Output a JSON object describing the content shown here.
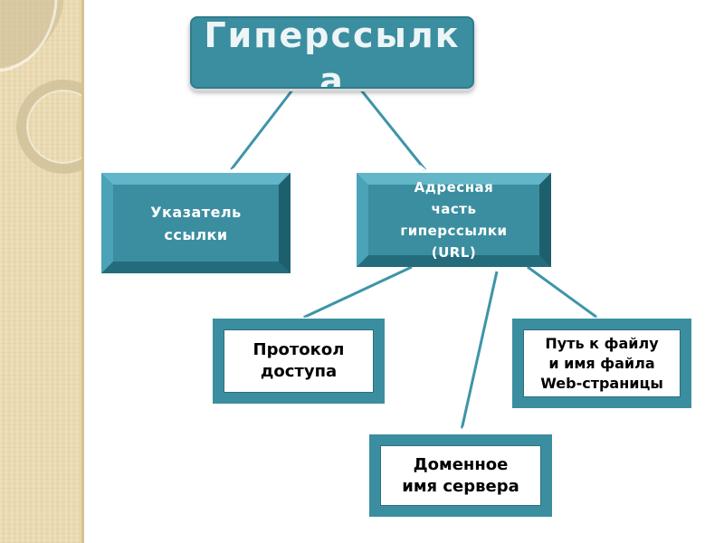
{
  "diagram": {
    "title": {
      "line1": "Гиперссылк",
      "line2": "а"
    },
    "nodes": {
      "pointer": {
        "line1": "Указатель",
        "line2": "ссылки"
      },
      "address": {
        "line1": "Адресная",
        "line2": "часть",
        "line3": "гиперссылки",
        "line4": "(URL)"
      },
      "protocol": {
        "line1": "Протокол",
        "line2": "доступа"
      },
      "path": {
        "line1": "Путь к файлу",
        "line2": "и имя файла",
        "line3": "Web-страницы"
      },
      "domain": {
        "line1": "Доменное",
        "line2": "имя сервера"
      }
    },
    "colors": {
      "box_fill": "#3b8ea0",
      "connector": "#3d95a8",
      "side_strip": "#ead9b0"
    }
  }
}
